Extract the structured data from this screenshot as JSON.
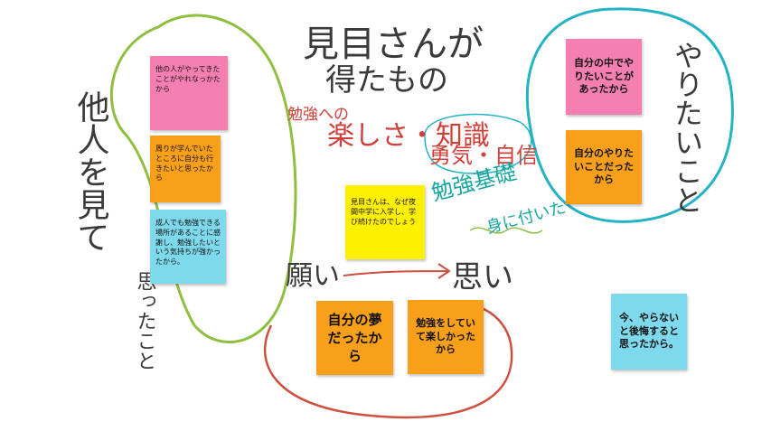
{
  "colors": {
    "pink": "#f57fb0",
    "orange": "#f9a01b",
    "cyan": "#7fd9ec",
    "yellow": "#fff000",
    "green_ink": "#8fbf3f",
    "teal_ink": "#23b3c4",
    "red_ink": "#cf4f3f",
    "gray_ink": "#3a3a3a"
  },
  "notes": {
    "others_did": "他の人がやってきたことがやれなっかたから",
    "where_friends": "周りが学んでいたところに自分も行きたいと思ったから",
    "adults_study": "成人でも勉強できる場所があることに感謝し、勉強したいという気持ちが強かったから。",
    "question": "見目さんは、なぜ夜間中学に入学し、学び続けたのでしょう",
    "my_dream": "自分の夢だったから",
    "fun_study": "勉強をしていて楽しかったから",
    "want_in_self": "自分の中でやりたいことがあったから",
    "want_to_do": "自分のやりたいことだったから",
    "regret": "今、やらないと後悔すると思ったから。"
  },
  "handwriting": {
    "title_line1": "見目さんが",
    "title_line2": "得たもの",
    "red_line1": "勉強への",
    "red_line2": "楽しさ・知識",
    "red_line3": "勇気・自信",
    "teal_line1": "勉強基礎",
    "teal_line2": "身に付いた",
    "left_vertical": "他人を見て",
    "left_vertical2": "思ったこと",
    "right_vertical": "やりたいこと",
    "wish": "願い",
    "thought": "思い"
  }
}
